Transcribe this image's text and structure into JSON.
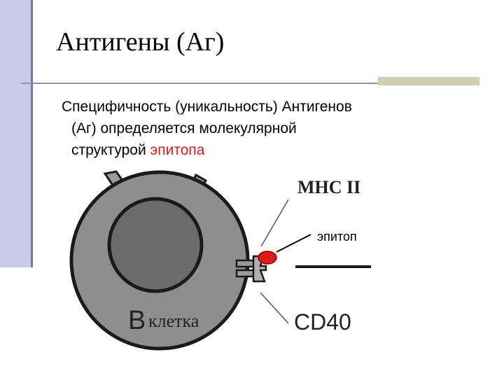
{
  "slide": {
    "title": "Антигены (Аг)",
    "body": {
      "line1": "Специфичность (уникальность) Антигенов",
      "line2": "(Аг) определяется молекулярной",
      "line3_prefix": "структурой ",
      "line3_highlight": "эпитопа"
    }
  },
  "diagram": {
    "labels": {
      "mhc": "MHC II",
      "epitop": "эпитоп",
      "cd40": "CD40",
      "b_letter": "B",
      "kletka": "клетка"
    },
    "colors": {
      "cell_fill": "#8e8e8e",
      "nucleus_fill": "#6c6c6c",
      "outline": "#1a1a1a",
      "epitope": "#e0191b",
      "sidebar": "#c9cbe6",
      "sidebar_edge": "#6f74b4",
      "accent_bar": "#d1ceab"
    }
  }
}
